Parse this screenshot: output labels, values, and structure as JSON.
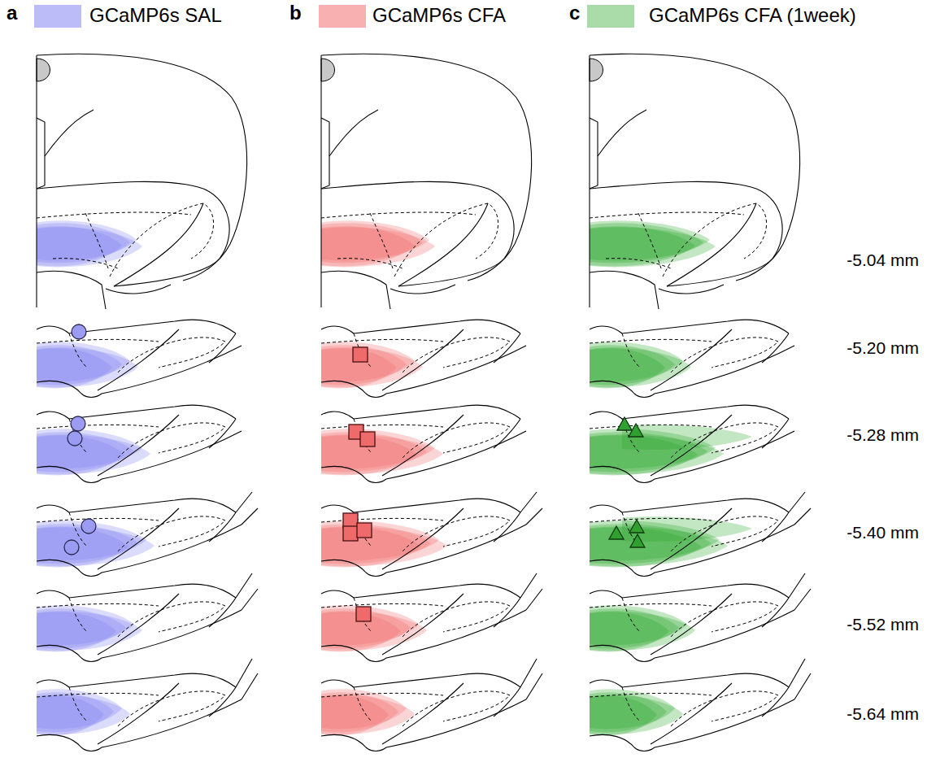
{
  "diagram": {
    "labels": [
      "a",
      "b",
      "c",
      "-5.04 mm",
      "-5.20 mm",
      "-5.28 mm",
      "-5.40 mm",
      "-5.52 mm",
      "-5.64 mm"
    ],
    "legend": [
      {
        "text": "GCaMP6s SAL",
        "color": "#bcbcf8"
      },
      {
        "text": "GCaMP6s CFA",
        "color": "#f8b0b0"
      },
      {
        "text": "GCaMP6s CFA (1week)",
        "color": "#a9dca9"
      }
    ]
  }
}
